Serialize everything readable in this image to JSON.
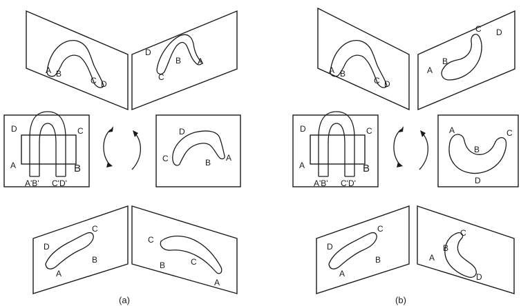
{
  "panels": {
    "a": {
      "caption": "(a)",
      "top_left": [
        "A",
        "B",
        "C",
        "D"
      ],
      "top_right": [
        "D",
        "B",
        "A",
        "C"
      ],
      "middle_left": [
        "D",
        "C",
        "A",
        "B",
        "A'B'",
        "C'D'"
      ],
      "middle_right": [
        "D",
        "C",
        "B",
        "A"
      ],
      "bottom_left": [
        "C",
        "D",
        "B",
        "A"
      ],
      "bottom_right": [
        "C",
        "B",
        "A",
        "C"
      ]
    },
    "b": {
      "caption": "(b)",
      "top_left": [
        "A",
        "B",
        "C",
        "D"
      ],
      "top_right": [
        "C",
        "D",
        "A",
        "B"
      ],
      "middle_left": [
        "D",
        "C",
        "A",
        "B",
        "A'B'",
        "C'D'"
      ],
      "middle_right": [
        "A",
        "C",
        "B",
        "D"
      ],
      "bottom_left": [
        "C",
        "D",
        "B",
        "A"
      ],
      "bottom_right": [
        "C",
        "B",
        "A",
        "D"
      ]
    }
  }
}
